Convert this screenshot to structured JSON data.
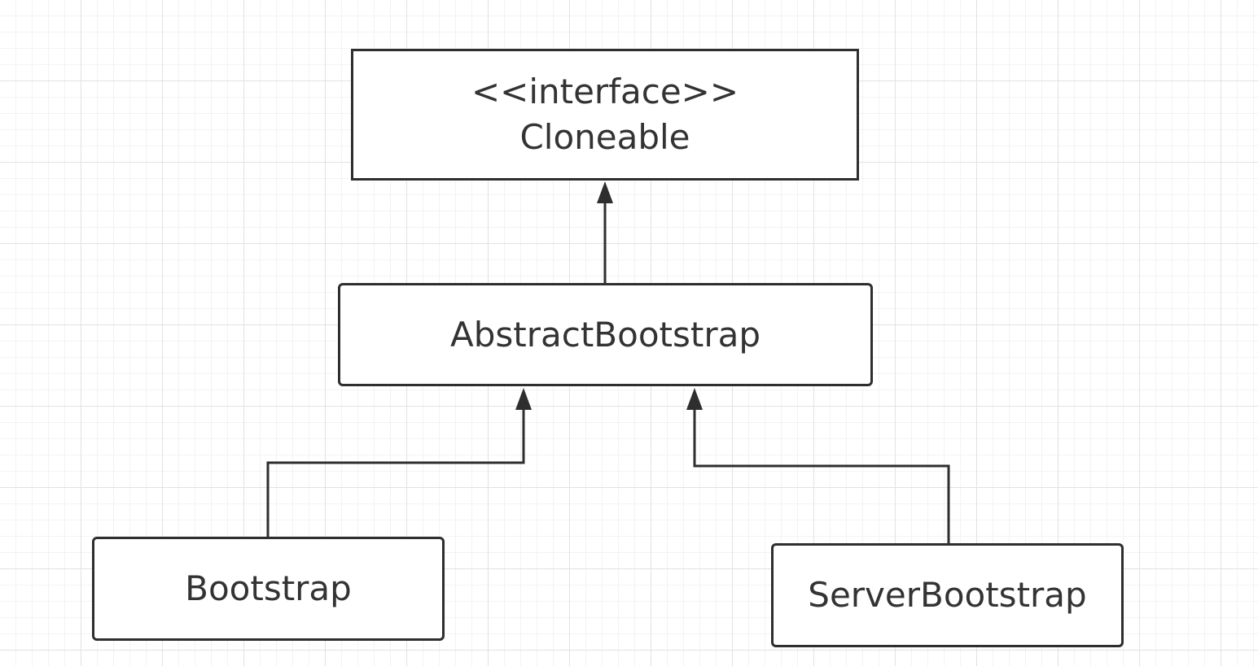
{
  "diagram": {
    "nodes": {
      "cloneable": {
        "stereotype": "<<interface>>",
        "name": "Cloneable"
      },
      "abstract_bootstrap": {
        "name": "AbstractBootstrap"
      },
      "bootstrap": {
        "name": "Bootstrap"
      },
      "server_bootstrap": {
        "name": "ServerBootstrap"
      }
    },
    "edges": [
      {
        "from": "AbstractBootstrap",
        "to": "Cloneable",
        "type": "generalization"
      },
      {
        "from": "Bootstrap",
        "to": "AbstractBootstrap",
        "type": "generalization"
      },
      {
        "from": "ServerBootstrap",
        "to": "AbstractBootstrap",
        "type": "generalization"
      }
    ],
    "colors": {
      "line": "#2e2e2e",
      "text": "#333333",
      "grid": "#e2e2e2",
      "background": "#ffffff"
    }
  }
}
